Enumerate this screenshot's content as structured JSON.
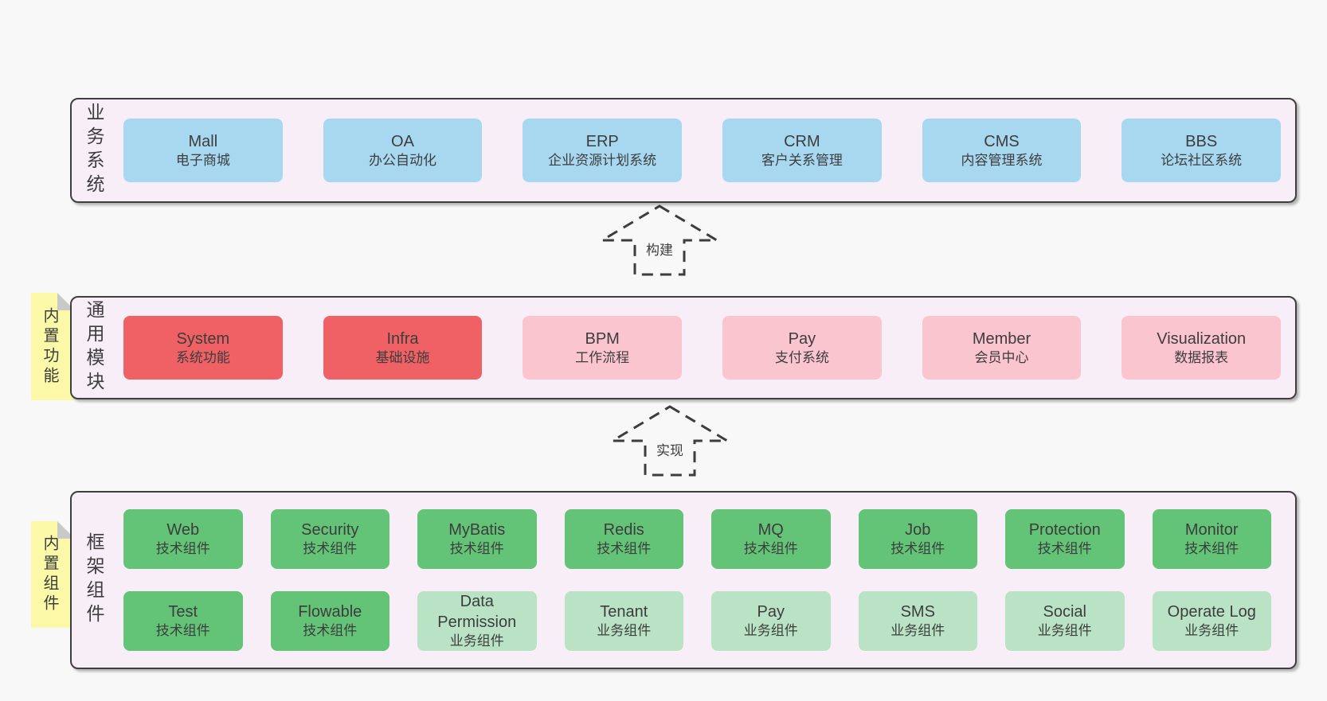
{
  "colors": {
    "page_bg": "#f8f8f8",
    "panel_bg": "#f8eef7",
    "panel_border": "#3f3f3f",
    "blue_box": "#a8d8f0",
    "red_box": "#ef6164",
    "pink_box": "#fbc5cf",
    "green_box": "#63c377",
    "light_green_box": "#b9e3c4",
    "note_bg": "#fbf9a8",
    "note_fold": "#c9c9c9",
    "text": "#3d3d3d"
  },
  "arrows": [
    {
      "label": "构建"
    },
    {
      "label": "实现"
    }
  ],
  "layers": [
    {
      "label": "业务系统",
      "note": null,
      "rows": [
        [
          {
            "title": "Mall",
            "subtitle": "电子商城",
            "type": "blue"
          },
          {
            "title": "OA",
            "subtitle": "办公自动化",
            "type": "blue"
          },
          {
            "title": "ERP",
            "subtitle": "企业资源计划系统",
            "type": "blue"
          },
          {
            "title": "CRM",
            "subtitle": "客户关系管理",
            "type": "blue"
          },
          {
            "title": "CMS",
            "subtitle": "内容管理系统",
            "type": "blue"
          },
          {
            "title": "BBS",
            "subtitle": "论坛社区系统",
            "type": "blue"
          }
        ]
      ]
    },
    {
      "label": "通用模块",
      "note": "内置功能",
      "rows": [
        [
          {
            "title": "System",
            "subtitle": "系统功能",
            "type": "red"
          },
          {
            "title": "Infra",
            "subtitle": "基础设施",
            "type": "red"
          },
          {
            "title": "BPM",
            "subtitle": "工作流程",
            "type": "pink"
          },
          {
            "title": "Pay",
            "subtitle": "支付系统",
            "type": "pink"
          },
          {
            "title": "Member",
            "subtitle": "会员中心",
            "type": "pink"
          },
          {
            "title": "Visualization",
            "subtitle": "数据报表",
            "type": "pink"
          }
        ]
      ]
    },
    {
      "label": "框架组件",
      "note": "内置组件",
      "rows": [
        [
          {
            "title": "Web",
            "subtitle": "技术组件",
            "type": "green"
          },
          {
            "title": "Security",
            "subtitle": "技术组件",
            "type": "green"
          },
          {
            "title": "MyBatis",
            "subtitle": "技术组件",
            "type": "green"
          },
          {
            "title": "Redis",
            "subtitle": "技术组件",
            "type": "green"
          },
          {
            "title": "MQ",
            "subtitle": "技术组件",
            "type": "green"
          },
          {
            "title": "Job",
            "subtitle": "技术组件",
            "type": "green"
          },
          {
            "title": "Protection",
            "subtitle": "技术组件",
            "type": "green"
          },
          {
            "title": "Monitor",
            "subtitle": "技术组件",
            "type": "green"
          }
        ],
        [
          {
            "title": "Test",
            "subtitle": "技术组件",
            "type": "green"
          },
          {
            "title": "Flowable",
            "subtitle": "技术组件",
            "type": "green"
          },
          {
            "title": "Data Permission",
            "subtitle": "业务组件",
            "type": "lightgreen"
          },
          {
            "title": "Tenant",
            "subtitle": "业务组件",
            "type": "lightgreen"
          },
          {
            "title": "Pay",
            "subtitle": "业务组件",
            "type": "lightgreen"
          },
          {
            "title": "SMS",
            "subtitle": "业务组件",
            "type": "lightgreen"
          },
          {
            "title": "Social",
            "subtitle": "业务组件",
            "type": "lightgreen"
          },
          {
            "title": "Operate Log",
            "subtitle": "业务组件",
            "type": "lightgreen"
          }
        ]
      ]
    }
  ]
}
